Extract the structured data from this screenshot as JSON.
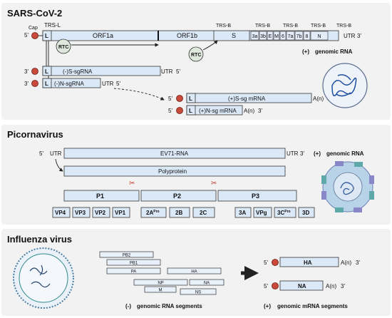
{
  "sections": {
    "sars": "SARS-CoV-2",
    "picorna": "Picornavirus",
    "flu": "Influenza virus"
  },
  "sars": {
    "cap": "Cap",
    "five": "5'",
    "three": "3'",
    "trs_l": "TRS-L",
    "trs_b": "TRS-B",
    "rtc": "RTC",
    "orf1a": "ORF1a",
    "orf1b": "ORF1b",
    "s": "S",
    "genes": [
      "3a",
      "3b",
      "E",
      "M",
      "6",
      "7a",
      "7b",
      "8",
      "N"
    ],
    "utr3": "UTR",
    "l": "L",
    "neg_s": "(-)S-sgRNA",
    "neg_n": "(-)N-sgRNA",
    "utr5": "UTR",
    "pos_s": "(+)S-sg mRNA",
    "pos_n": "(+)N-sg mRNA",
    "polya": "A(n)",
    "plus": "(+)",
    "genomic": "genomic RNA"
  },
  "picorna": {
    "five": "5'",
    "utr": "UTR",
    "ev71": "EV71-RNA",
    "utr3": "UTR",
    "three": "3'",
    "plus": "(+)",
    "genomic": "genomic RNA",
    "polyprotein": "Polyprotein",
    "p1": "P1",
    "p2": "P2",
    "p3": "P3",
    "vp4": "VP4",
    "vp3": "VP3",
    "vp2": "VP2",
    "vp1": "VP1",
    "p2a": "2A",
    "p2a_sup": "Pro",
    "p2b": "2B",
    "p2c": "2C",
    "p3a": "3A",
    "vpg": "VPg",
    "p3c": "3C",
    "p3c_sup": "Pro",
    "p3d": "3D"
  },
  "flu": {
    "segments": [
      "PB2",
      "PB1",
      "PA",
      "HA",
      "NP",
      "NA",
      "M",
      "NS"
    ],
    "neg": "(-)",
    "neg_label": "genomic RNA segments",
    "five": "5'",
    "ha": "HA",
    "na": "NA",
    "polya": "A(n)",
    "three": "3'",
    "plus": "(+)",
    "pos_label": "genomic mRNA segments"
  }
}
